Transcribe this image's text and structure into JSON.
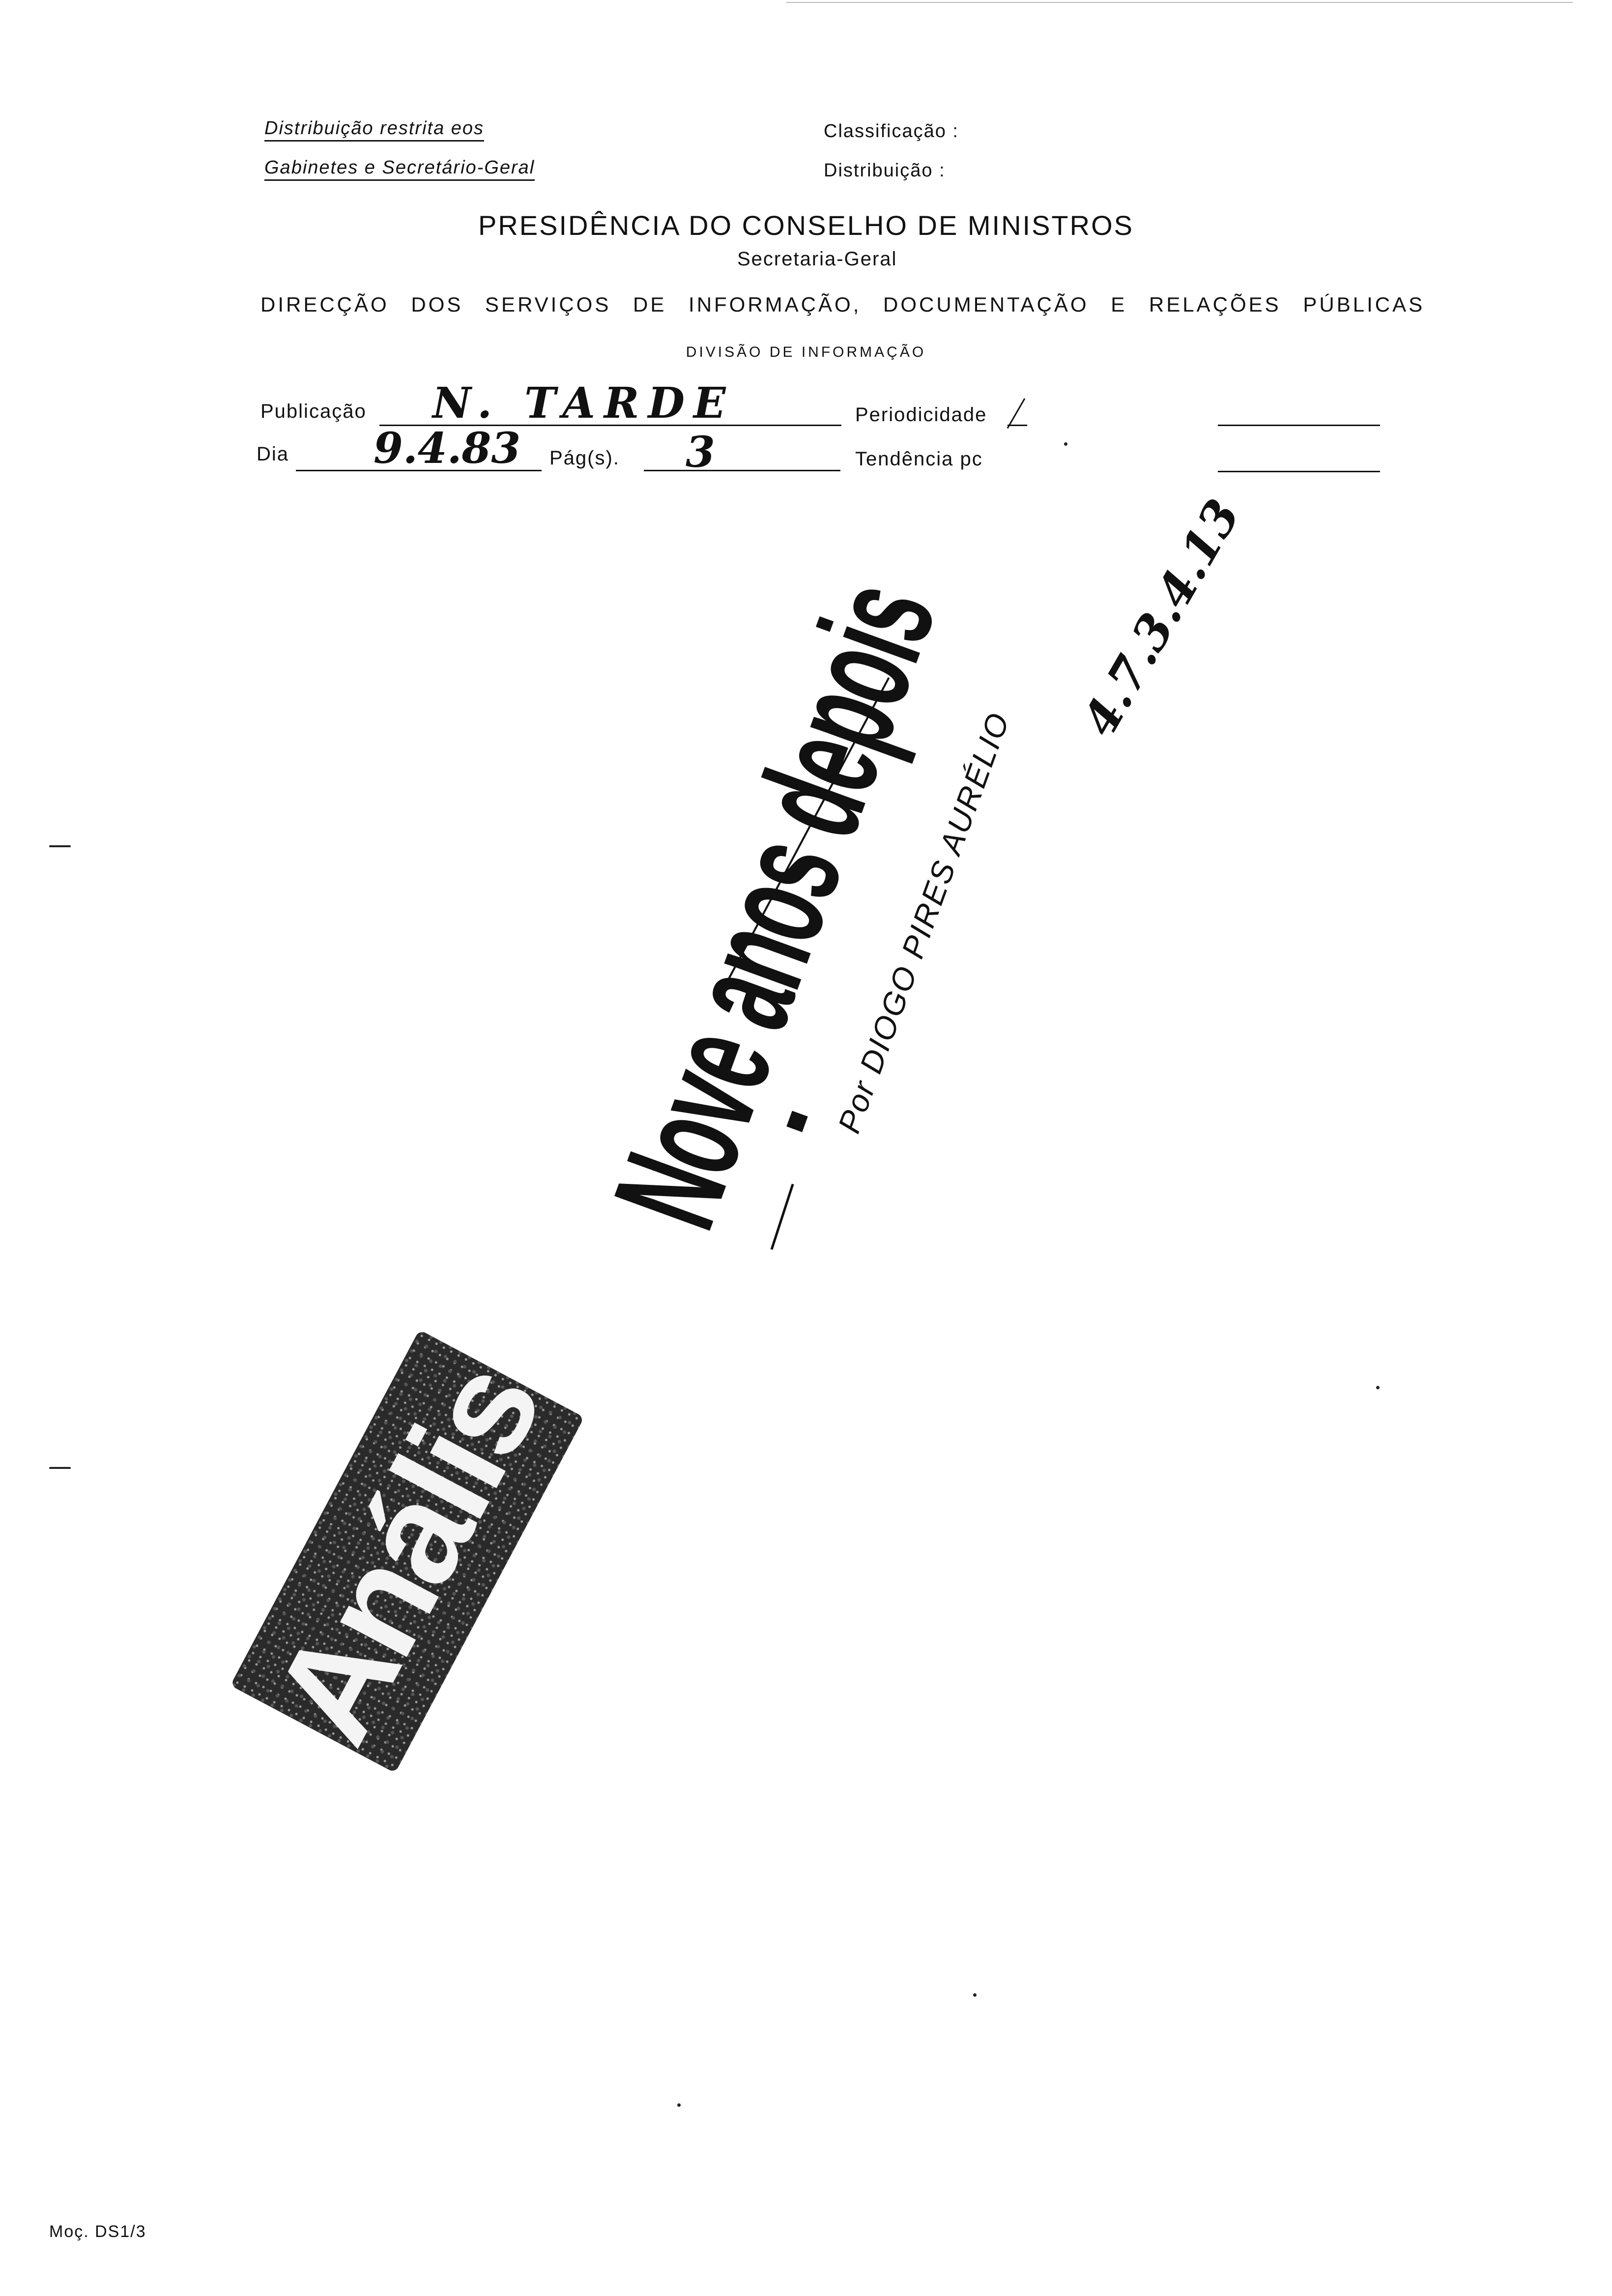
{
  "header": {
    "dist_line1": "Distribuição restrita eos",
    "dist_line2": "Gabinetes e Secretário-Geral",
    "classificacao_label": "Classificação :",
    "distribuicao_label": "Distribuição :"
  },
  "org": {
    "title": "PRESIDÊNCIA DO CONSELHO DE MINISTROS",
    "secretaria": "Secretaria-Geral",
    "direccao": "DIRECÇÃO DOS SERVIÇOS DE INFORMAÇÃO, DOCUMENTAÇÃO E RELAÇÕES PÚBLICAS",
    "divisao": "DIVISÃO DE INFORMAÇÃO"
  },
  "form": {
    "publicacao_label": "Publicação",
    "publicacao_value": "N. TARDE",
    "periodicidade_label": "Periodicidade",
    "dia_label": "Dia",
    "dia_value": "9.4.83",
    "pags_label": "Pág(s).",
    "pags_value": "3",
    "tendencia_label": "Tendência pc"
  },
  "margin_note": "4.7.3.4.13",
  "clipping": {
    "headline": "Nove anos depois",
    "byline": "Por DIOGO PIRES AURÉLIO",
    "section_stamp": "Análise"
  },
  "footer": {
    "model_code": "Moç. DS1/3"
  }
}
